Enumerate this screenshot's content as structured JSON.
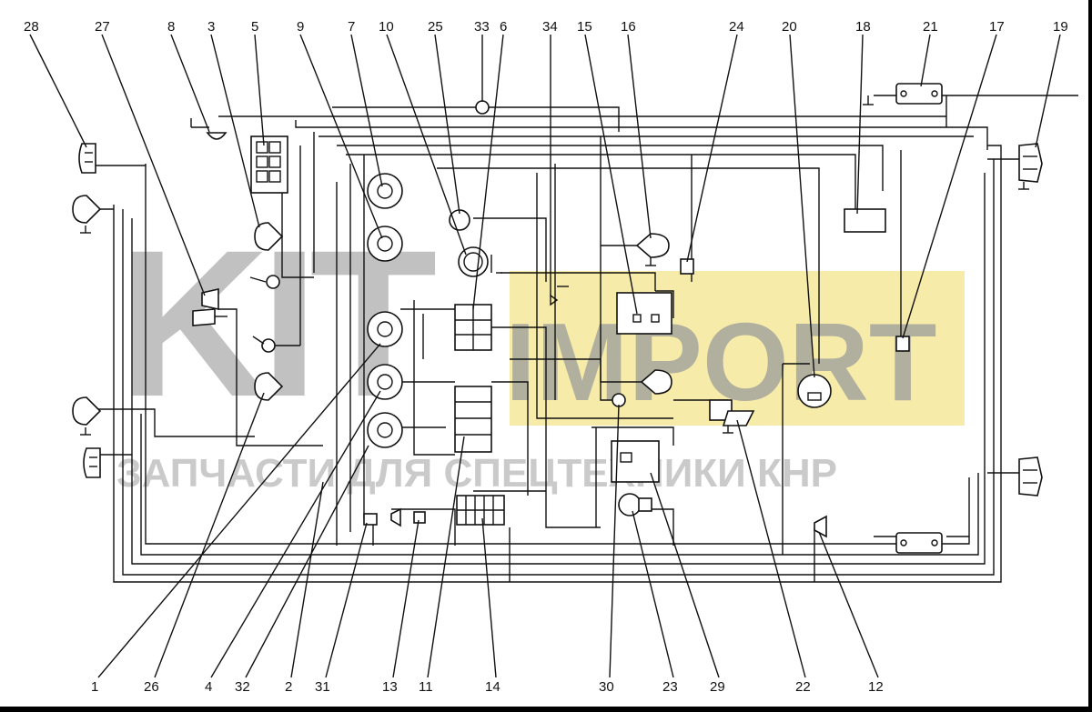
{
  "watermark": {
    "brand_left": "KIT",
    "brand_right": "IMPORT",
    "tagline": "ЗАПЧАСТИ ДЛЯ СПЕЦТЕХНИКИ КНР",
    "accent_color": "#f4e79a"
  },
  "callouts": {
    "top": [
      "28",
      "27",
      "8",
      "3",
      "5",
      "9",
      "7",
      "10",
      "25",
      "33",
      "6",
      "34",
      "15",
      "16",
      "24",
      "20",
      "18",
      "21",
      "17",
      "19"
    ],
    "bottom": [
      "1",
      "26",
      "4",
      "32",
      "2",
      "31",
      "13",
      "11",
      "14",
      "30",
      "23",
      "29",
      "22",
      "12"
    ]
  },
  "colors": {
    "line": "#111111",
    "background": "#ffffff"
  }
}
